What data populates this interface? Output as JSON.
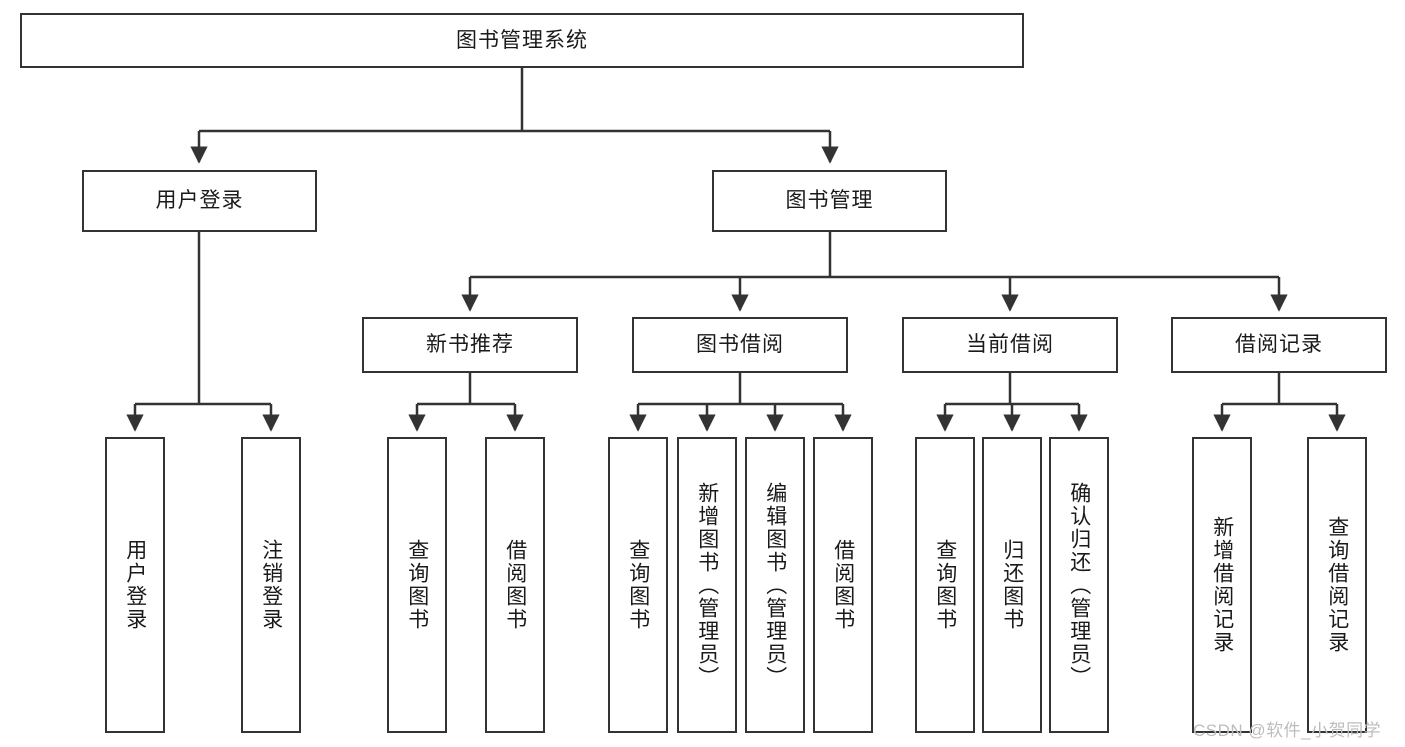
{
  "diagram": {
    "type": "hierarchy-tree",
    "title_node": {
      "label": "图书管理系统"
    },
    "level2": [
      {
        "label": "用户登录"
      },
      {
        "label": "图书管理"
      }
    ],
    "level3": [
      {
        "label": "新书推荐"
      },
      {
        "label": "图书借阅"
      },
      {
        "label": "当前借阅"
      },
      {
        "label": "借阅记录"
      }
    ],
    "leaves": {
      "user_login": [
        {
          "label": "用户登录"
        },
        {
          "label": "注销登录"
        }
      ],
      "new_book_recommend": [
        {
          "label": "查询图书"
        },
        {
          "label": "借阅图书"
        }
      ],
      "book_borrow": [
        {
          "label": "查询图书"
        },
        {
          "label": "新增图书（管理员）"
        },
        {
          "label": "编辑图书（管理员）"
        },
        {
          "label": "借阅图书"
        }
      ],
      "current_borrow": [
        {
          "label": "查询图书"
        },
        {
          "label": "归还图书"
        },
        {
          "label": "确认归还（管理员）"
        }
      ],
      "borrow_record": [
        {
          "label": "新增借阅记录"
        },
        {
          "label": "查询借阅记录"
        }
      ]
    }
  },
  "watermark": {
    "text": "CSDN @软件_小贺同学"
  },
  "colors": {
    "border": "#333333",
    "text": "#1a1a1a",
    "background": "#ffffff",
    "watermark": "#bdbdbd"
  }
}
